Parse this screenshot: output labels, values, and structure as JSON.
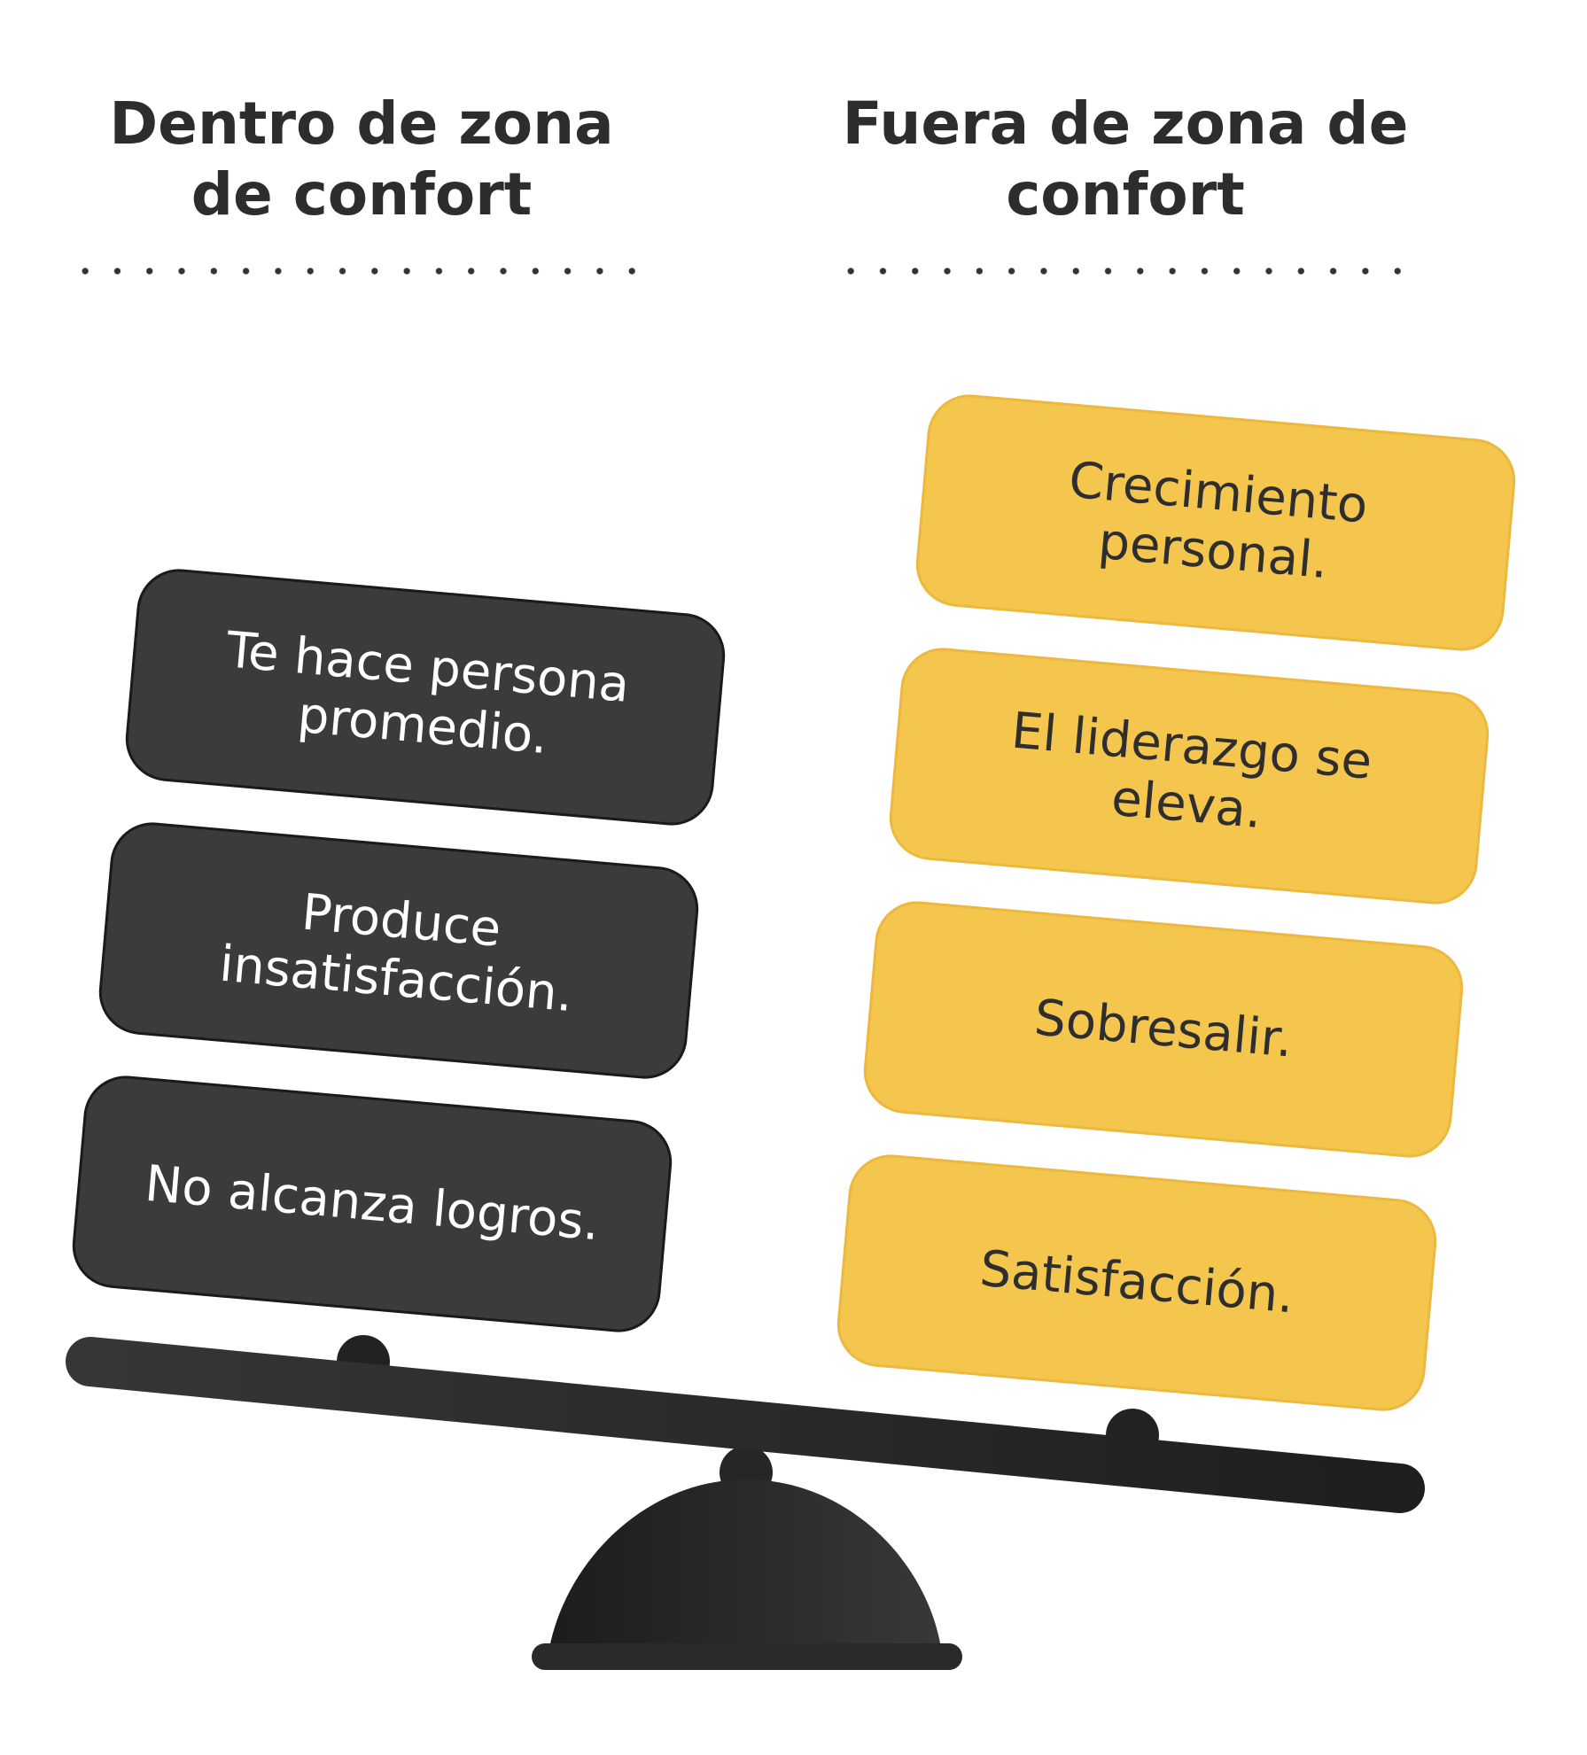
{
  "headings": {
    "left": "Dentro de zona\nde confort",
    "right": "Fuera de zona de\nconfort"
  },
  "left_items": [
    "Te hace persona promedio.",
    "Produce insatisfacción.",
    "No alcanza logros."
  ],
  "right_items": [
    "Crecimiento personal.",
    "El liderazgo se eleva.",
    "Sobresalir.",
    "Satisfacción."
  ],
  "colors": {
    "dark_card": "#3b3b3b",
    "gold_card": "#f4c64d",
    "seesaw": "#222222"
  }
}
